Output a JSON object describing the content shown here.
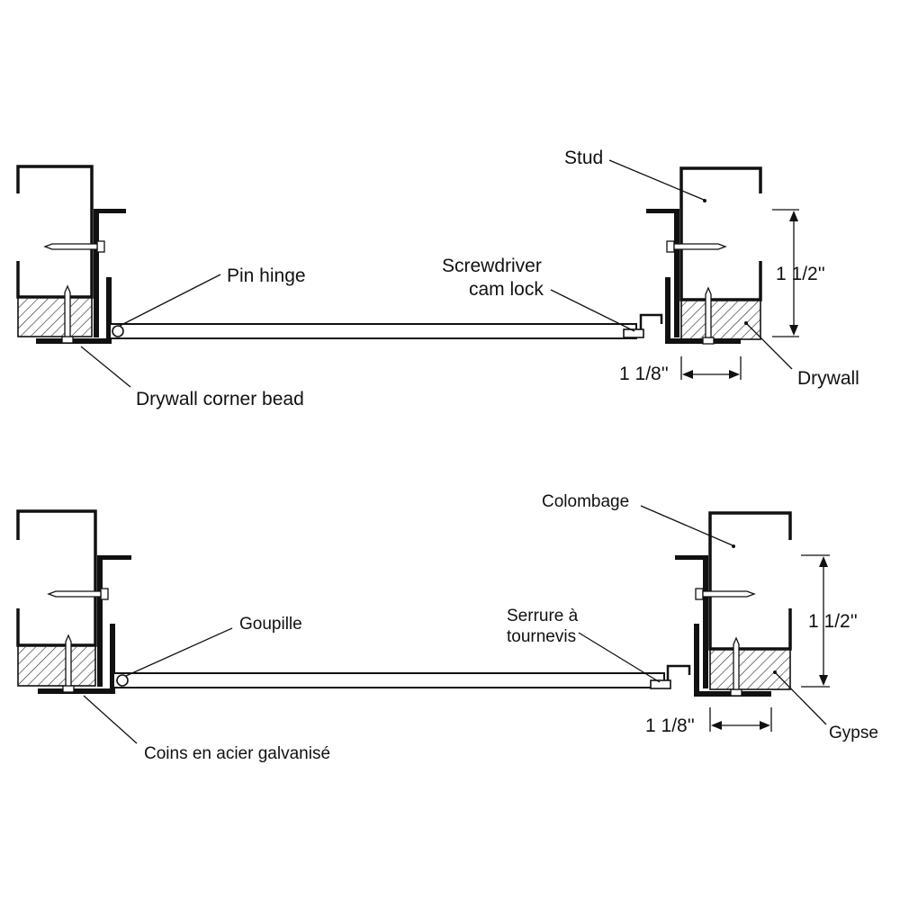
{
  "diagrams": [
    {
      "id": "english",
      "labels": {
        "stud": "Stud",
        "pin_hinge": "Pin hinge",
        "cam_lock_line1": "Screwdriver",
        "cam_lock_line2": "cam lock",
        "corner_bead": "Drywall corner bead",
        "drywall": "Drywall",
        "dim_height": "1 1/2''",
        "dim_width": "1 1/8''"
      }
    },
    {
      "id": "french",
      "labels": {
        "stud": "Colombage",
        "pin_hinge": "Goupille",
        "cam_lock_line1": "Serrure à",
        "cam_lock_line2": "tournevis",
        "corner_bead": "Coins en acier galvanisé",
        "drywall": "Gypse",
        "dim_height": "1 1/2''",
        "dim_width": "1 1/8''"
      }
    }
  ]
}
